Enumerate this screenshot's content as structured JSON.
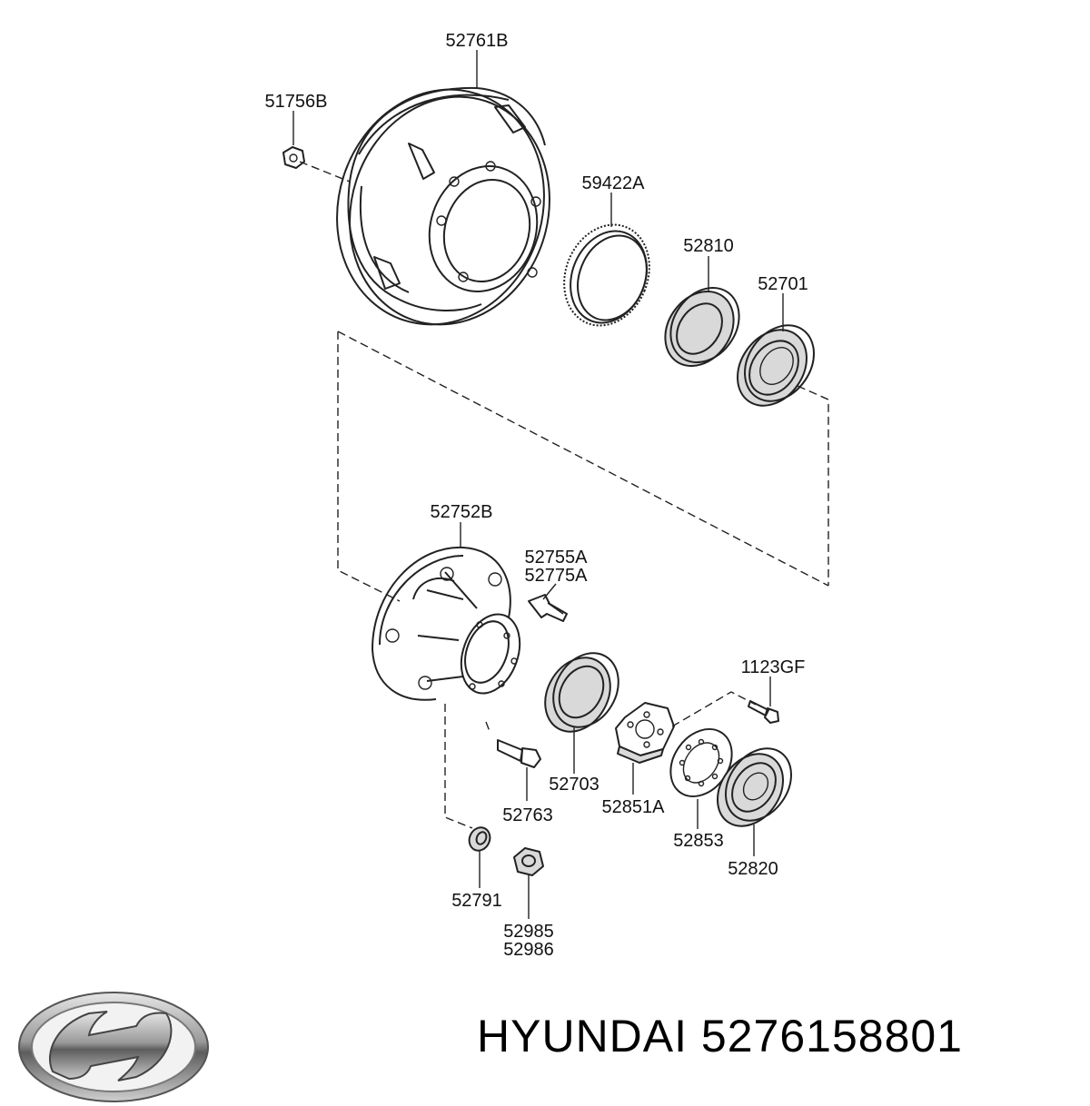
{
  "diagram": {
    "parts": [
      {
        "id": "drum",
        "label": "52761B"
      },
      {
        "id": "nut-small",
        "label": "51756B"
      },
      {
        "id": "tone-ring",
        "label": "59422A"
      },
      {
        "id": "oil-seal",
        "label": "52810"
      },
      {
        "id": "outer-bearing",
        "label": "52701"
      },
      {
        "id": "hub",
        "label": "52752B"
      },
      {
        "id": "stud-a",
        "label": "52755A"
      },
      {
        "id": "stud-b",
        "label": "52775A"
      },
      {
        "id": "screw",
        "label": "1123GF"
      },
      {
        "id": "inner-bearing",
        "label": "52703"
      },
      {
        "id": "hub-bolt",
        "label": "52763"
      },
      {
        "id": "lock-nut-plate",
        "label": "52851A"
      },
      {
        "id": "lock-washer",
        "label": "52853"
      },
      {
        "id": "seal-bearing",
        "label": "52820"
      },
      {
        "id": "washer",
        "label": "52791"
      },
      {
        "id": "hub-nut-a",
        "label": "52985"
      },
      {
        "id": "hub-nut-b",
        "label": "52986"
      }
    ]
  },
  "footer": {
    "brand_text": "HYUNDAI 5276158801"
  }
}
